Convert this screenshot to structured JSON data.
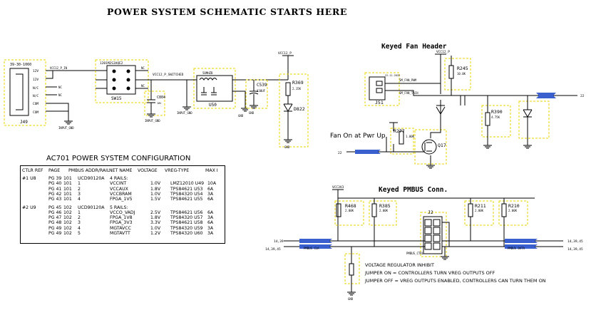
{
  "titles": {
    "main": "POWER SYSTEM SCHEMATIC STARTS HERE",
    "fan_header": "Keyed Fan Header",
    "pmbus_conn": "Keyed PMBUS Conn.",
    "fan_on": "Fan On at Pwr Up",
    "config": "AC701 POWER SYSTEM CONFIGURATION"
  },
  "config_table": {
    "header": [
      "CTLR REF",
      "PAGE",
      "PMBUS ADDR/RAIL",
      "NET NAME",
      "VOLTAGE",
      "VREG-TYPE",
      "MAX I"
    ],
    "groups": [
      {
        "ctlr": "#1 U8",
        "controller": "UCD90120A",
        "rails_label": "4 RAILS:",
        "rows": [
          {
            "page": "PG 39",
            "addr": "101",
            "rail": "",
            "net": "",
            "voltage": "",
            "vreg": "",
            "max": ""
          },
          {
            "page": "PG 40",
            "addr": "101",
            "rail": "1",
            "net": "VCCINT",
            "voltage": "1.0V",
            "vreg": "LMZ12010 U49",
            "max": "10A"
          },
          {
            "page": "PG 41",
            "addr": "101",
            "rail": "2",
            "net": "VCCAUX",
            "voltage": "1.8V",
            "vreg": "TPS84621 U53",
            "max": "6A"
          },
          {
            "page": "PG 42",
            "addr": "101",
            "rail": "3",
            "net": "VCCBRAM",
            "voltage": "1.0V",
            "vreg": "TPS84320 U54",
            "max": "3A"
          },
          {
            "page": "PG 43",
            "addr": "101",
            "rail": "4",
            "net": "FPGA_1V5",
            "voltage": "1.5V",
            "vreg": "TPS84621 U55",
            "max": "6A"
          }
        ]
      },
      {
        "ctlr": "#2 U9",
        "controller": "UCD90120A",
        "rails_label": "5 RAILS:",
        "rows": [
          {
            "page": "PG 45",
            "addr": "102",
            "rail": "",
            "net": "",
            "voltage": "",
            "vreg": "",
            "max": ""
          },
          {
            "page": "PG 46",
            "addr": "102",
            "rail": "1",
            "net": "VCCO_VADJ",
            "voltage": "2.5V",
            "vreg": "TPS84621 U56",
            "max": "6A"
          },
          {
            "page": "PG 47",
            "addr": "102",
            "rail": "2",
            "net": "FPGA_1V8",
            "voltage": "1.8V",
            "vreg": "TPS84320 U57",
            "max": "3A"
          },
          {
            "page": "PG 48",
            "addr": "102",
            "rail": "3",
            "net": "FPGA_3V3",
            "voltage": "3.3V",
            "vreg": "TPS84621 U58",
            "max": "6A"
          },
          {
            "page": "PG 49",
            "addr": "102",
            "rail": "4",
            "net": "MGTAVCC",
            "voltage": "1.0V",
            "vreg": "TPS84320 U59",
            "max": "3A"
          },
          {
            "page": "PG 49",
            "addr": "102",
            "rail": "5",
            "net": "MGTAVTT",
            "voltage": "1.2V",
            "vreg": "TPS84320 U60",
            "max": "3A"
          }
        ]
      }
    ]
  },
  "notes": {
    "inhibit": "VOLTAGE REGULATOR INHIBIT",
    "jumper_on": "JUMPER ON  = CONTROLLERS TURN VREG OUTPUTS OFF",
    "jumper_off": "JUMPER OFF = VREG OUTPUTS ENABLED, CONTROLLERS CAN TURN THEM ON"
  },
  "components": {
    "j49": "J49",
    "j49_part": "39-30-1060",
    "sw15": "SW15",
    "sw15_part": "1201M2S3AQE2",
    "u50": "U50",
    "c804": "C804",
    "c539": "C539",
    "r369": "R369",
    "d822": "D822",
    "j51": "J51",
    "j51_part": "22-11-2032",
    "r245": "R245",
    "r277": "R277",
    "q17": "Q17",
    "r390": "R390",
    "j2": "J2",
    "r468": "R468",
    "r385": "R385",
    "r211": "R211",
    "r210": "R210"
  },
  "nets": {
    "vcc12_p_in": "VCC12_P_IN",
    "vcc12_p_switched": "VCC12_P_SWITCHED",
    "vcc12_p": "VCC12_P",
    "vcc3v3": "VCC3V3",
    "sm_fan_pwm": "SM_FAN_PWM",
    "sm_fan_tach": "SM_FAN_TACH",
    "pmbus_clk": "PMBUS CLK",
    "pmbus_data": "PMBUS DATA",
    "input_gnd": "INPUT_GND",
    "gnd": "GND",
    "pmbus_ctrl": "PMBUS_CTRL",
    "ref_22": "22",
    "ref_14_39": "14,39",
    "ref_14_39_45": "14,39,45"
  },
  "j49_pins": [
    "12V",
    "12V",
    "N/C",
    "N/C",
    "COM",
    "COM"
  ],
  "values": {
    "r369": "2.15K",
    "r245": "10.0K",
    "r277": "1.00K",
    "r390": "4.75K",
    "r468": "2.00K",
    "r385": "2.00K",
    "r211": "2.00K",
    "r210": "2.00K",
    "c539": "330UF",
    "c804": "10V"
  }
}
